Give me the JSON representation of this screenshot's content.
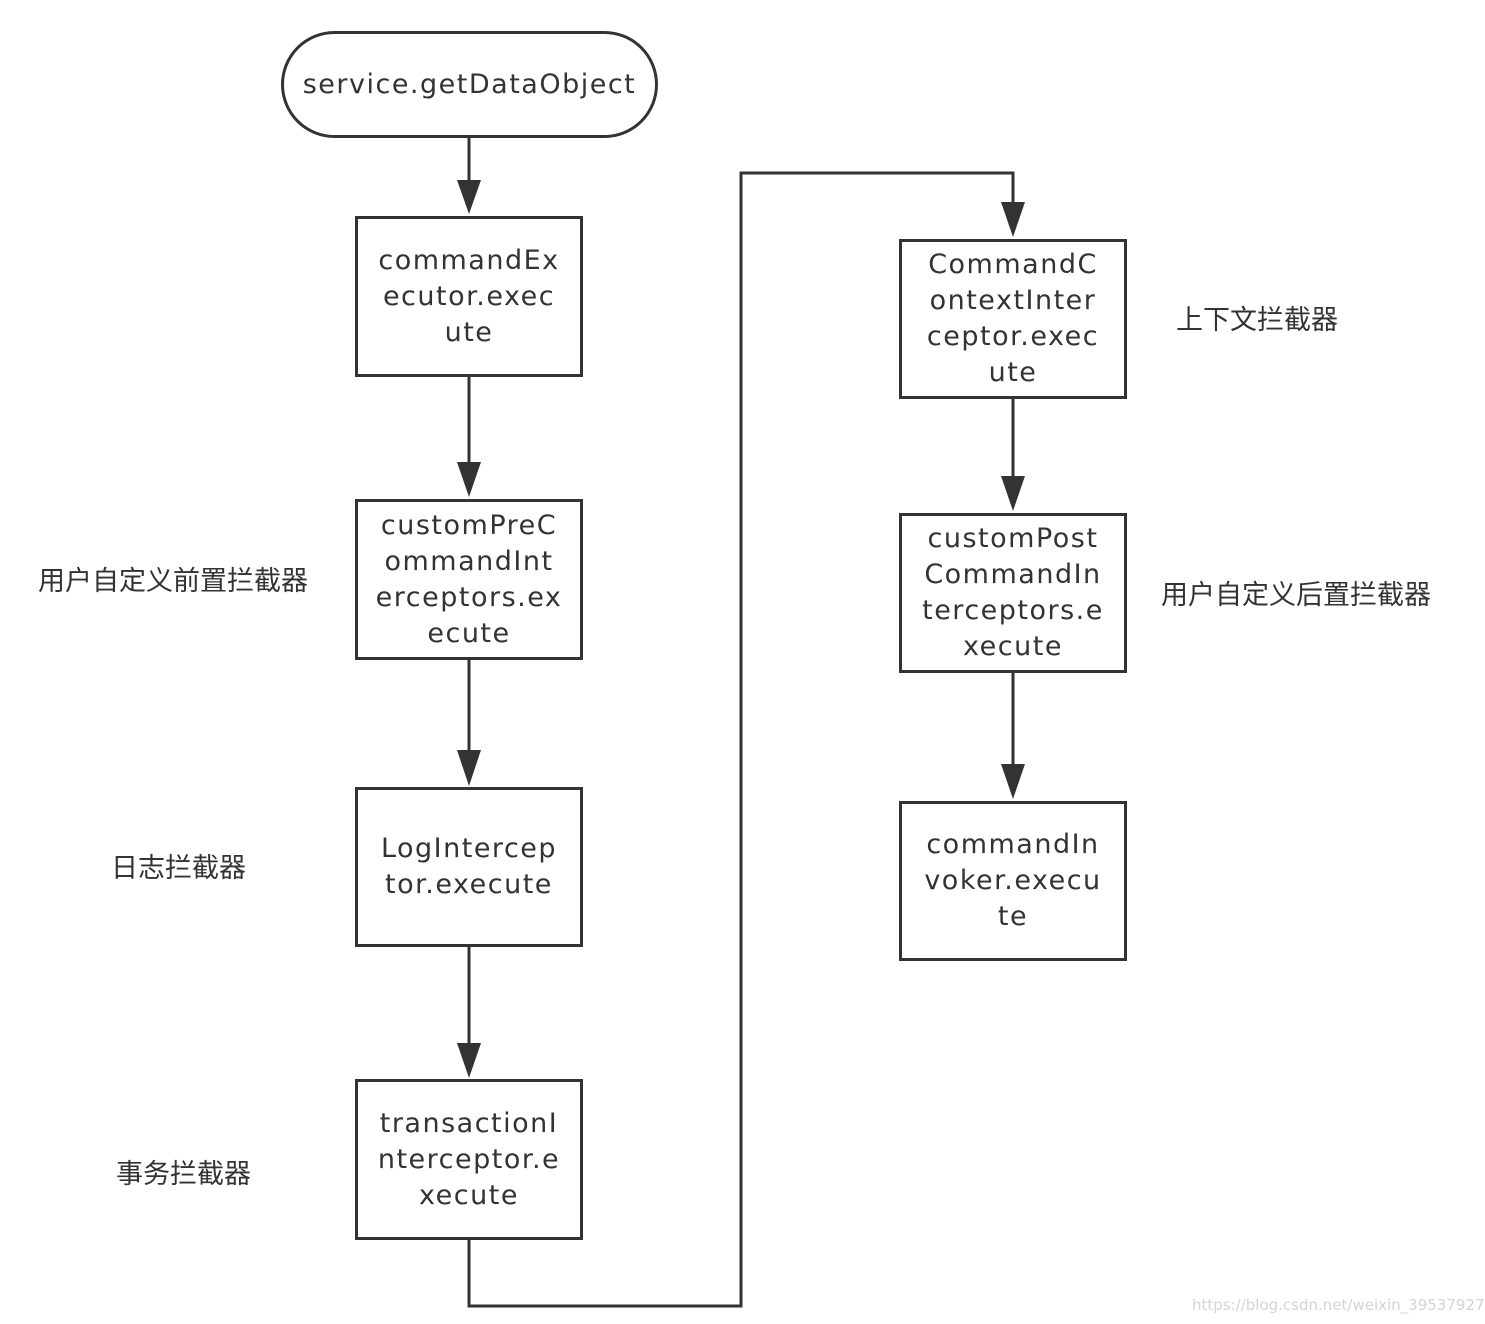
{
  "nodes": {
    "start": "service.getDataObject",
    "command_executor": "commandEx\necutor.exec\nute",
    "custom_pre": "customPreC\nommandInt\nerceptors.ex\necute",
    "log": "LogIntercep\ntor.execute",
    "transaction": "transactionI\nnterceptor.e\nxecute",
    "command_context": "CommandC\nontextInter\nceptor.exec\nute",
    "custom_post": "customPost\nCommandIn\nterceptors.e\nxecute",
    "command_invoker": "commandIn\nvoker.execu\nte"
  },
  "labels": {
    "custom_pre": "用户自定义前置拦截器",
    "log": "日志拦截器",
    "transaction": "事务拦截器",
    "command_context": "上下文拦截器",
    "custom_post": "用户自定义后置拦截器"
  },
  "edges": [
    {
      "from": "start",
      "to": "command_executor"
    },
    {
      "from": "command_executor",
      "to": "custom_pre"
    },
    {
      "from": "custom_pre",
      "to": "log"
    },
    {
      "from": "log",
      "to": "transaction"
    },
    {
      "from": "transaction",
      "to": "command_context"
    },
    {
      "from": "command_context",
      "to": "custom_post"
    },
    {
      "from": "custom_post",
      "to": "command_invoker"
    }
  ],
  "watermark": "https://blog.csdn.net/weixin_39537927",
  "colors": {
    "stroke": "#333333",
    "background": "#ffffff",
    "watermark": "#d4d4d4"
  }
}
